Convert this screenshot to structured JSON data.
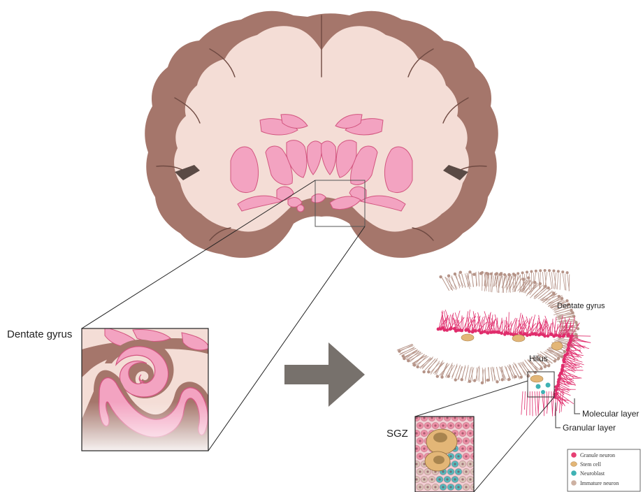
{
  "labels": {
    "dentate_gyrus_left": "Dentate gyrus",
    "dentate_gyrus_right": "Dentate gyrus",
    "hilus": "Hilus",
    "molecular_layer": "Molecular layer",
    "granular_layer": "Granular layer",
    "sgz": "SGZ"
  },
  "legend": {
    "items": [
      {
        "label": "Granule neuron",
        "color": "#e63f73"
      },
      {
        "label": "Stem cell",
        "color": "#e3b677"
      },
      {
        "label": "Neuroblast",
        "color": "#3fb2b4"
      },
      {
        "label": "Immature neuron",
        "color": "#cdb1a2"
      }
    ]
  },
  "colors": {
    "cortex": "#a5766b",
    "white_matter": "#f4ddd6",
    "nuclei": "#f3a3c1",
    "nuclei_stroke": "#d2557f",
    "arrow": "#77716c",
    "granule_dots": "#e02d6c",
    "molecular_dots": "#b59387"
  }
}
